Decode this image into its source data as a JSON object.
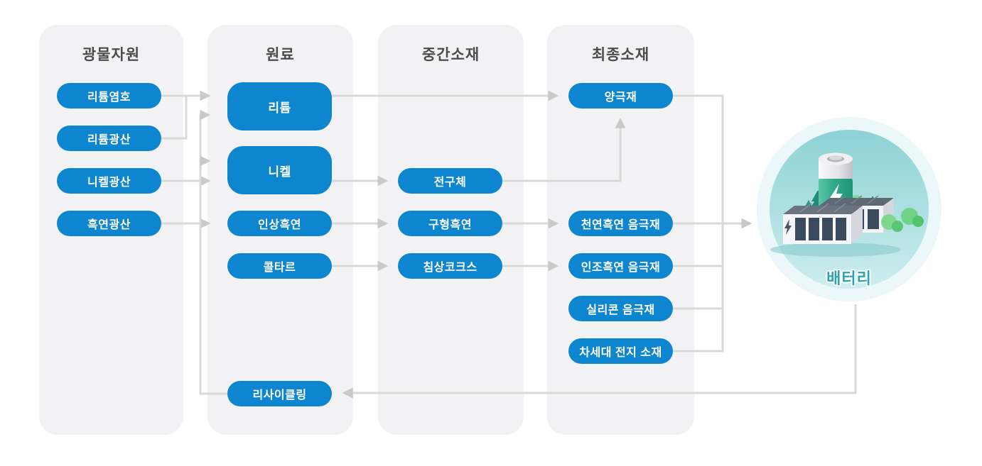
{
  "columns": [
    {
      "id": "mineral-resources",
      "title": "광물자원",
      "items": [
        {
          "label": "리튬염호"
        },
        {
          "label": "리튬광산"
        },
        {
          "label": "니켈광산"
        },
        {
          "label": "흑연광산"
        }
      ]
    },
    {
      "id": "raw-materials",
      "title": "원료",
      "items": [
        {
          "label": "리튬"
        },
        {
          "label": "니켈"
        },
        {
          "label": "인상흑연"
        },
        {
          "label": "콜타르"
        },
        {
          "label": "리사이클링"
        }
      ]
    },
    {
      "id": "intermediate-materials",
      "title": "중간소재",
      "items": [
        {
          "label": "전구체"
        },
        {
          "label": "구형흑연"
        },
        {
          "label": "침상코크스"
        }
      ]
    },
    {
      "id": "final-materials",
      "title": "최종소재",
      "items": [
        {
          "label": "양극재"
        },
        {
          "label": "천연흑연 음극재"
        },
        {
          "label": "인조흑연 음극재"
        },
        {
          "label": "실리콘 음극재"
        },
        {
          "label": "차세대 전지 소재"
        }
      ]
    }
  ],
  "battery": {
    "label": "배터리",
    "icon": "battery-energy-storage-illustration"
  },
  "edges": [
    {
      "from": "리튬염호",
      "to": "리튬"
    },
    {
      "from": "리튬광산",
      "to": "리튬"
    },
    {
      "from": "니켈광산",
      "to": "니켈"
    },
    {
      "from": "흑연광산",
      "to": "인상흑연"
    },
    {
      "from": "리튬",
      "to": "양극재"
    },
    {
      "from": "니켈",
      "to": "전구체"
    },
    {
      "from": "전구체",
      "to": "양극재"
    },
    {
      "from": "인상흑연",
      "to": "구형흑연"
    },
    {
      "from": "콜타르",
      "to": "침상코크스"
    },
    {
      "from": "구형흑연",
      "to": "천연흑연 음극재"
    },
    {
      "from": "침상코크스",
      "to": "인조흑연 음극재"
    },
    {
      "from": "양극재",
      "to": "배터리"
    },
    {
      "from": "천연흑연 음극재",
      "to": "배터리"
    },
    {
      "from": "인조흑연 음극재",
      "to": "배터리"
    },
    {
      "from": "실리콘 음극재",
      "to": "배터리"
    },
    {
      "from": "차세대 전지 소재",
      "to": "배터리"
    },
    {
      "from": "배터리",
      "to": "리사이클링"
    },
    {
      "from": "리사이클링",
      "to": "리튬"
    },
    {
      "from": "리사이클링",
      "to": "니켈"
    }
  ],
  "colors": {
    "node_fill": "#0e86cf",
    "node_text": "#ffffff",
    "column_bg": "#f2f2f4",
    "header_text": "#4c4c4c",
    "connector": "#d9d9d9",
    "arrowhead": "#cccccc",
    "battery_label": "#2aa4b4",
    "circle_inner_top": "#8dd2d5",
    "circle_outer": "#ebf7f8",
    "battery_green": "#2fa98a"
  }
}
